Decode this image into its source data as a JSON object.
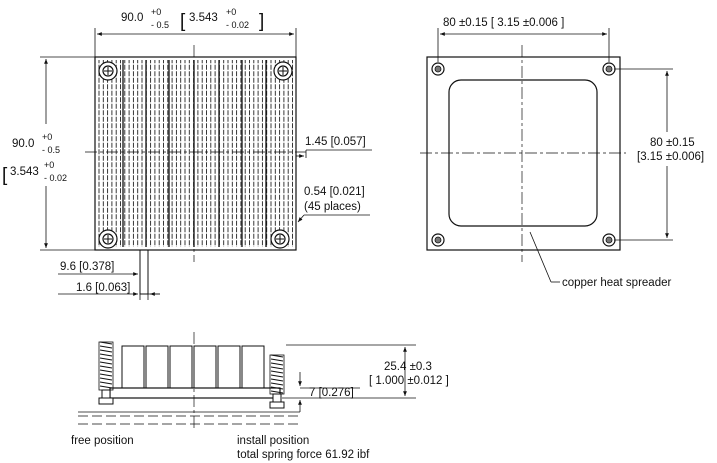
{
  "top_left": {
    "width_main": "90.0",
    "width_tol_plus": "+0",
    "width_tol_minus": "- 0.5",
    "width_in_main": "3.543",
    "width_in_tol_plus": "+0",
    "width_in_tol_minus": "- 0.02",
    "height_main": "90.0",
    "height_tol_plus": "+0",
    "height_tol_minus": "- 0.5",
    "height_in_main": "3.543",
    "height_in_tol_plus": "+0",
    "height_in_tol_minus": "- 0.02",
    "fin_gap": "1.45 [0.057]",
    "fin_thickness": "0.54 [0.021]",
    "fin_count": "(45 places)",
    "base_offset": "9.6 [0.378]",
    "base_thickness": "1.6 [0.063]"
  },
  "top_right": {
    "hole_spacing_x": "80 ±0.15 [ 3.15 ±0.006 ]",
    "hole_spacing_y": "80 ±0.15",
    "hole_spacing_y_in": "[3.15 ±0.006]",
    "callout": "copper heat spreader"
  },
  "side": {
    "height": "25.4 ±0.3",
    "height_in": "[ 1.000 ±0.012 ]",
    "base": "7 [0.276]",
    "free_label": "free position",
    "install_label": "install position",
    "spring_force": "total spring force 61.92 ibf"
  }
}
